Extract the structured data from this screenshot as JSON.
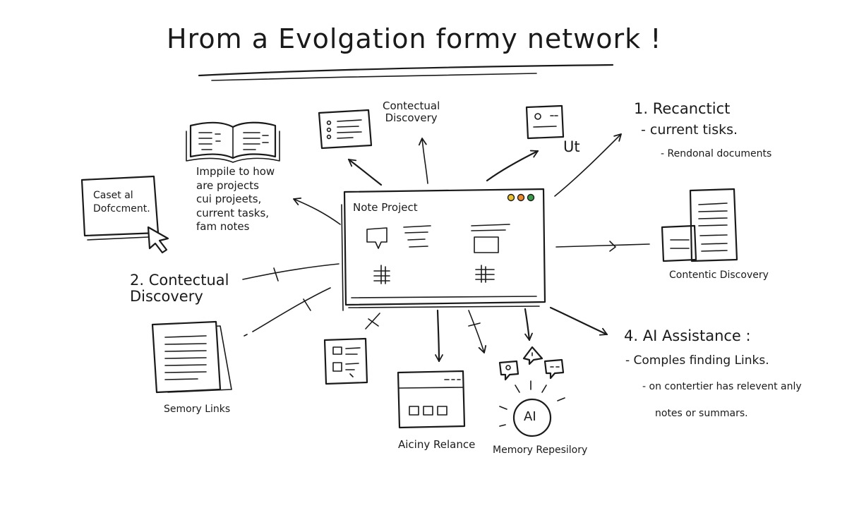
{
  "title": "Hrom a Evolgation formy network !",
  "colors": {
    "ink": "#1a1a1a",
    "dot_yellow": "#e8c22e",
    "dot_orange": "#e8892e",
    "dot_green": "#3a9a4a"
  },
  "center": {
    "label": "Note Project"
  },
  "labels": {
    "contectual_top": "Contectual\nDiscovery",
    "ut": "Ut",
    "book_caption": "Imppile to how\nare projects\ncui projeets,\ncurrent tasks,\nfam notes",
    "caset": "Caset al\nDofccment.",
    "contectual_left": "2. Contectual\nDiscovery",
    "semory": "Semory Links",
    "aiciny": "Aiciny Relance",
    "memory": "Memory Repesilory",
    "contentic": "Contentic Discovery",
    "ai_badge": "AI"
  },
  "recanctict": {
    "heading": "1. Recanctict",
    "item1": "- current tisks.",
    "item2": "- Rendonal documents"
  },
  "ai_assist": {
    "heading": "4. AI Assistance :",
    "item1": "- Comples finding Links.",
    "item2": "- on contertier has relevent anly",
    "item3": "notes or summars."
  },
  "icons": [
    "open-book-icon",
    "list-card-icon",
    "face-card-icon",
    "cursor-icon",
    "document-stack-icon",
    "paper-stack-icon",
    "list-panel-icon",
    "browser-window-icon",
    "chat-bubbles-icon",
    "ai-badge-icon",
    "pen-cup-icon"
  ]
}
